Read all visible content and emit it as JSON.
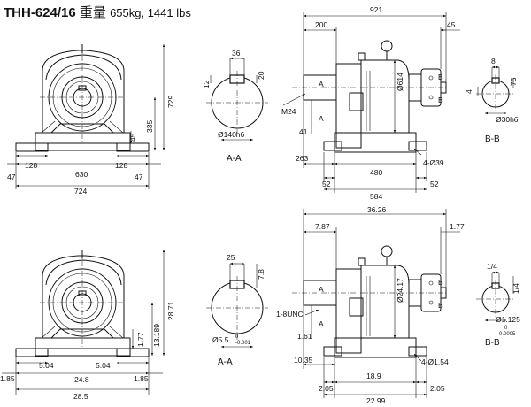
{
  "title": {
    "model": "THH-624/16",
    "weight_label": "重量",
    "weight": "655kg, 1441 lbs"
  },
  "metric": {
    "front": {
      "d47l": "47",
      "d128l": "128",
      "d630": "630",
      "d128r": "128",
      "d47r": "47",
      "d724": "724",
      "d45": "45",
      "d335": "335",
      "d729": "729"
    },
    "shaft": {
      "d36": "36",
      "d12": "12",
      "d20": "20",
      "dia": "Ø140h6",
      "section": "A-A"
    },
    "side": {
      "d921": "921",
      "d200": "200",
      "d45": "45",
      "m24": "M24",
      "d614": "Ø614",
      "d41": "41",
      "d263": "263",
      "d480": "480",
      "holes": "4-Ø39",
      "d52l": "52",
      "d52r": "52",
      "d584": "584",
      "lblA1": "A",
      "lblA2": "A",
      "lblB1": "B",
      "lblB2": "B"
    },
    "bb": {
      "d8": "8",
      "d4": "4",
      "d75": "75",
      "dia": "Ø30h6",
      "section": "B-B"
    }
  },
  "inch": {
    "front": {
      "d185l": "1.85",
      "d504l": "5.04",
      "d248": "24.8",
      "d504r": "5.04",
      "d185r": "1.85",
      "d285": "28.5",
      "d177": "1.77",
      "d13189": "13.189",
      "d2871": "28.71"
    },
    "shaft": {
      "d25": "25",
      "d78": "7.8",
      "dia": "Ø5.5",
      "tol_top": "0",
      "tol_bot": "-0.001",
      "section": "A-A"
    },
    "side": {
      "d3626": "36.26",
      "d787": "7.87",
      "d177": "1.77",
      "unc": "1-8UNC",
      "d2417": "Ø24.17",
      "d161": "1.61",
      "d1035": "10.35",
      "d189": "18.9",
      "holes": "4-Ø1.54",
      "d205l": "2.05",
      "d205r": "2.05",
      "d2299": "22.99",
      "lblA1": "A",
      "lblA2": "A",
      "lblB1": "B",
      "lblB2": "B"
    },
    "bb": {
      "d14a": "1/4",
      "d14b": "1/4",
      "dia": "Ø1.125",
      "tol_top": "0",
      "tol_bot": "-0.0005",
      "section": "B-B"
    }
  }
}
